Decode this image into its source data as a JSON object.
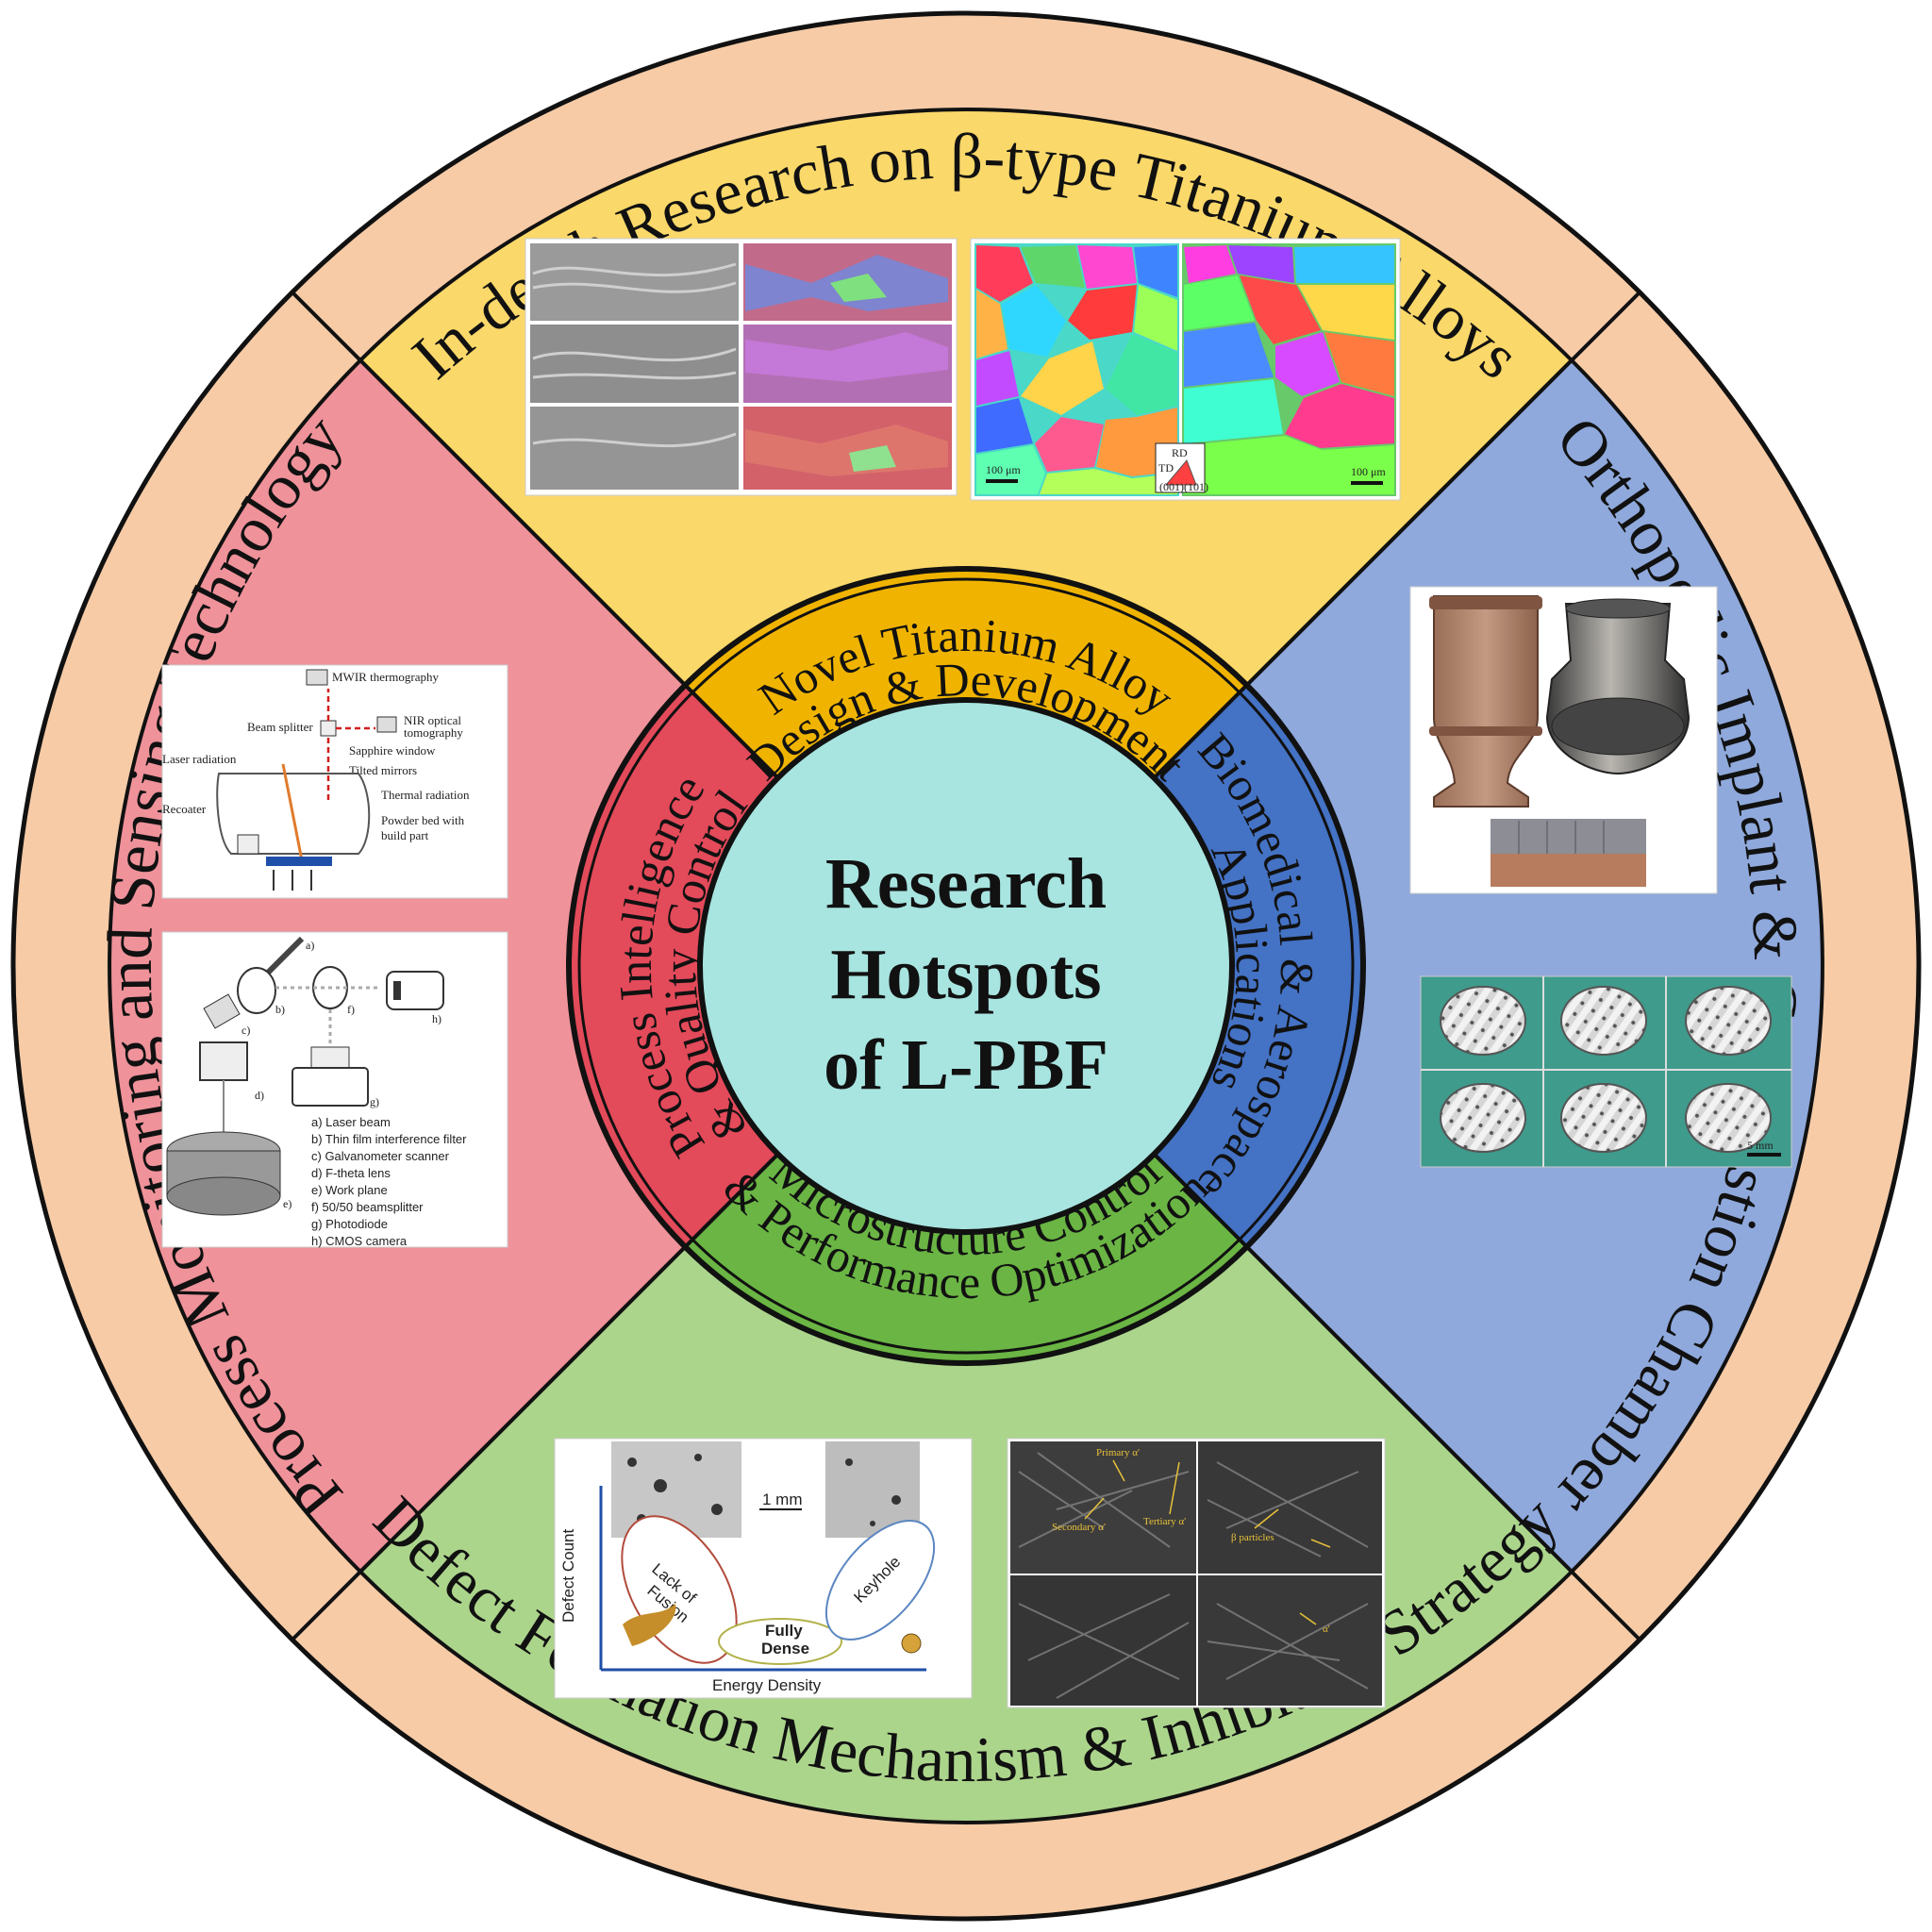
{
  "center": {
    "title_lines": [
      "Research",
      "Hotspots",
      "of L-PBF"
    ]
  },
  "middle_ring": {
    "top": [
      "Novel Titanium Alloy",
      "Design & Development"
    ],
    "right": [
      "Biomedical & Aerospace",
      "Applications"
    ],
    "bottom": [
      "Microstructure Control",
      "& Performance Optimization"
    ],
    "left": [
      "Process Intelligence",
      "& Quality Control"
    ]
  },
  "outer_ring": {
    "top": "In-depth Research on β-type Titanium Alloys",
    "right": "Orthopedic Implant & Combustion Chamber",
    "bottom": "Defect Formation Mechanism & Inhibition Strategy",
    "left": "Process Monitoring and Sensing Technology"
  },
  "colors": {
    "outer_ring": "#f6cba6",
    "top_sector": "#fad86a",
    "right_sector": "#8fa9dc",
    "bottom_sector": "#acd58c",
    "left_sector": "#ef929a",
    "mid_top": "#f0b400",
    "mid_right": "#4472c4",
    "mid_bottom": "#6ab544",
    "mid_left": "#e34a5a",
    "center": "#a8e4e0"
  },
  "figures": {
    "ebsd_scale_left": "100 μm",
    "ebsd_scale_right": "100 μm",
    "ebsd_legend": [
      "RD",
      "TD",
      "(001)",
      "(101)"
    ],
    "monitoring": {
      "labels": [
        "MWIR thermography",
        "Beam splitter",
        "NIR optical",
        "tomography",
        "Sapphire window",
        "Laser radiation",
        "Tilted mirrors",
        "Thermal radiation",
        "Recoater",
        "Powder bed with",
        "build part"
      ]
    },
    "optics": {
      "letters": [
        "a)",
        "b)",
        "c)",
        "d)",
        "e)",
        "f)",
        "g)",
        "h)"
      ],
      "legend": [
        "a) Laser beam",
        "b) Thin film interference filter",
        "c) Galvanometer scanner",
        "d) F-theta lens",
        "e) Work plane",
        "f) 50/50 beamsplitter",
        "g) Photodiode",
        "h) CMOS camera"
      ]
    },
    "lattice_scale": "5 mm",
    "defect": {
      "scale": "1 mm",
      "y_axis": "Defect Count",
      "x_axis": "Energy Density",
      "regions": [
        "Lack of",
        "Fusion",
        "Fully",
        "Dense",
        "Keyhole"
      ]
    },
    "sem": {
      "labels": [
        "Primary α'",
        "Secondary α'",
        "Tertiary α'",
        "β particles",
        "α'"
      ]
    }
  }
}
